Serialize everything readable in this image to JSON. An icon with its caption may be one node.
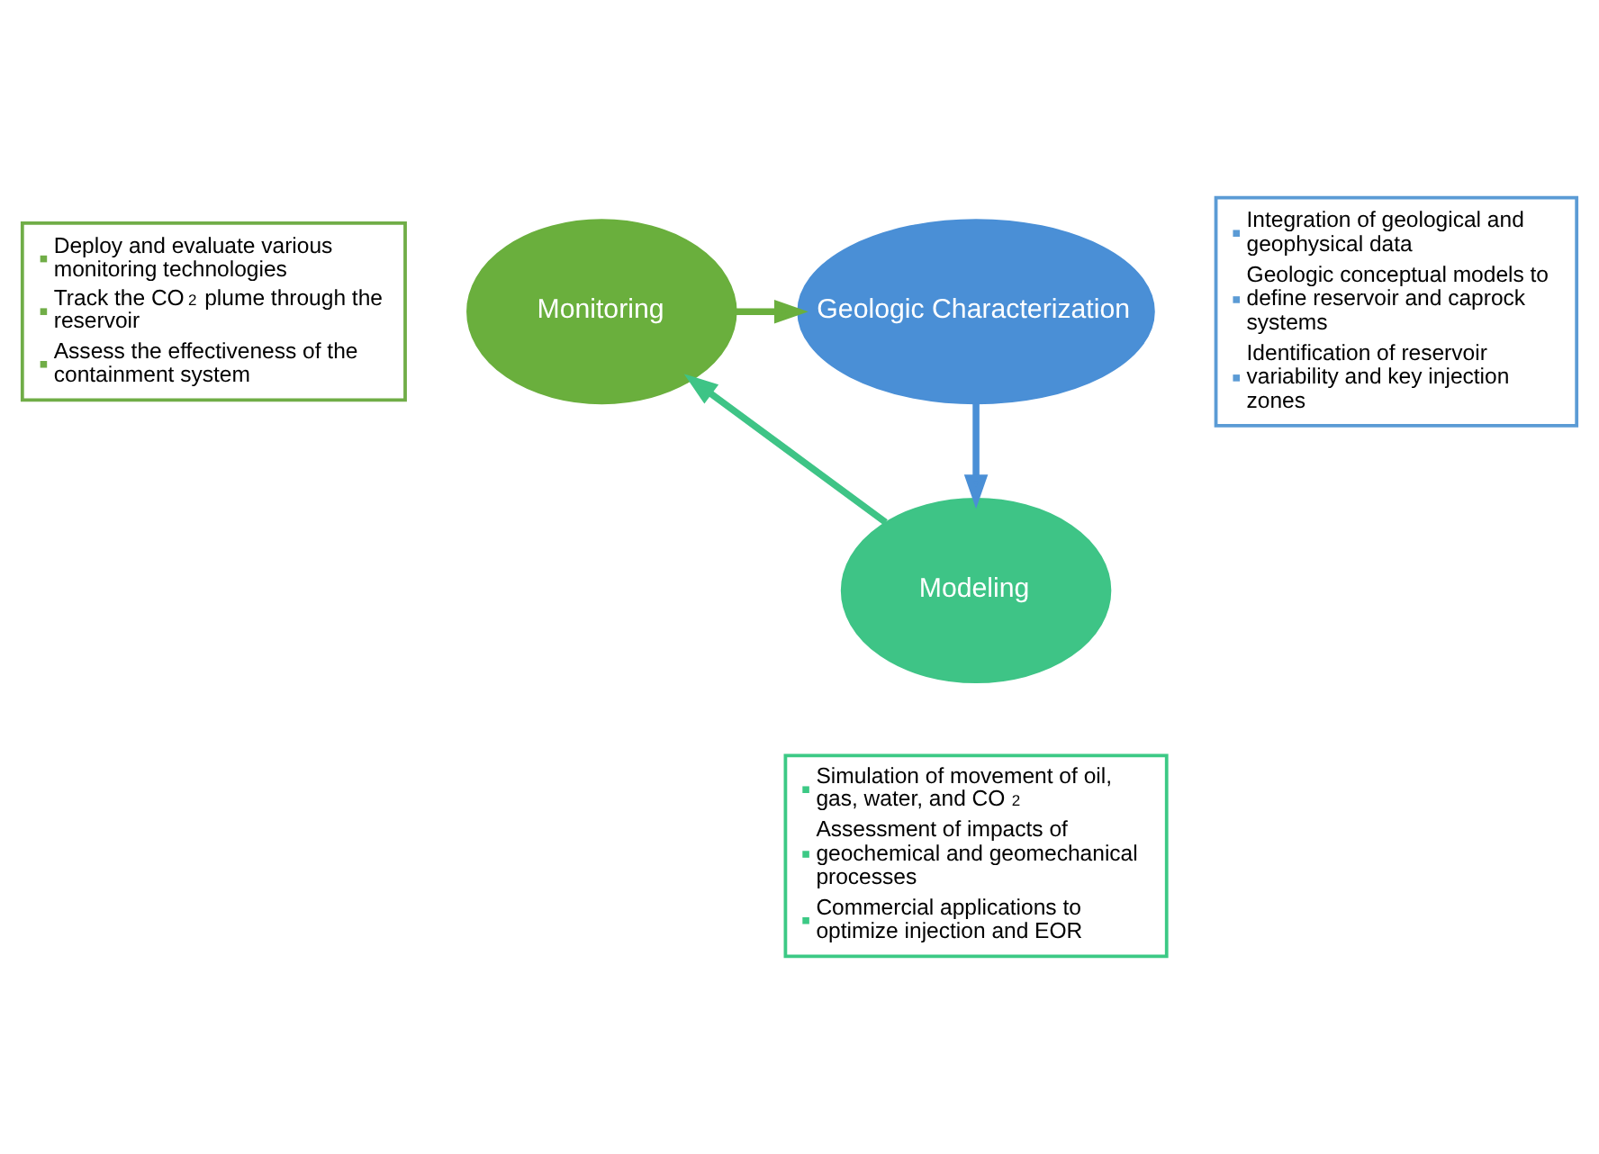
{
  "diagram": {
    "nodes": [
      {
        "text": [
          "Deploy and evaluate various monitoring technologies",
          "Track the CO$_{2}$ plume through the reservoir",
          "Assess the effectiveness of the containment system"
        ]
      },
      {
        "text": [
          "Integration of geological and geophysical data",
          "Geologic conceptual models to define reservoir and caprock systems",
          "Identification of reservoir variability and key injection zones"
        ]
      },
      {
        "text": [
          "Monitoring"
        ]
      },
      {
        "text": [
          "Geologic Characterization"
        ]
      },
      {
        "text": [
          "Modeling"
        ]
      },
      {
        "text": [
          "Simulation of movement of oil, gas, water, and CO$_{2}$",
          "Assessment of impacts of geochemical and geomechanical processes",
          "Commercial applications to optimize injection and EOR"
        ]
      }
    ],
    "edges": [
      {
        "from": 2,
        "to": 3,
        "arrow": "to",
        "color": "#6aaf3d"
      },
      {
        "from": 3,
        "to": 4,
        "arrow": "to",
        "color": "#4a8fd6"
      },
      {
        "from": 4,
        "to": 2,
        "arrow": "to",
        "color": "#3ec486"
      }
    ]
  }
}
